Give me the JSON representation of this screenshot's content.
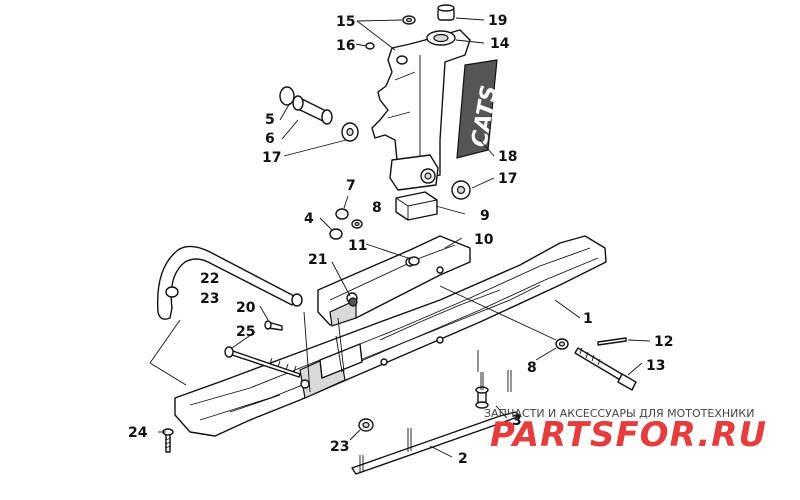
{
  "callouts": {
    "c1": "1",
    "c2": "2",
    "c3": "3",
    "c4": "4",
    "c5": "5",
    "c6": "6",
    "c7": "7",
    "c8a": "8",
    "c8b": "8",
    "c9": "9",
    "c10": "10",
    "c11": "11",
    "c12": "12",
    "c13": "13",
    "c14": "14",
    "c15": "15",
    "c16": "16",
    "c17a": "17",
    "c17b": "17",
    "c18": "18",
    "c19": "19",
    "c20": "20",
    "c21": "21",
    "c22": "22",
    "c23a": "23",
    "c23b": "23",
    "c24": "24",
    "c25": "25"
  },
  "decal": {
    "text": "CATS"
  },
  "watermark": {
    "tagline": "ЗАПЧАСТИ И АКСЕССУАРЫ ДЛЯ МОТОТЕХНИКИ",
    "logo": "PARTSFOR.RU",
    "logo_color": "#e33d3d"
  }
}
